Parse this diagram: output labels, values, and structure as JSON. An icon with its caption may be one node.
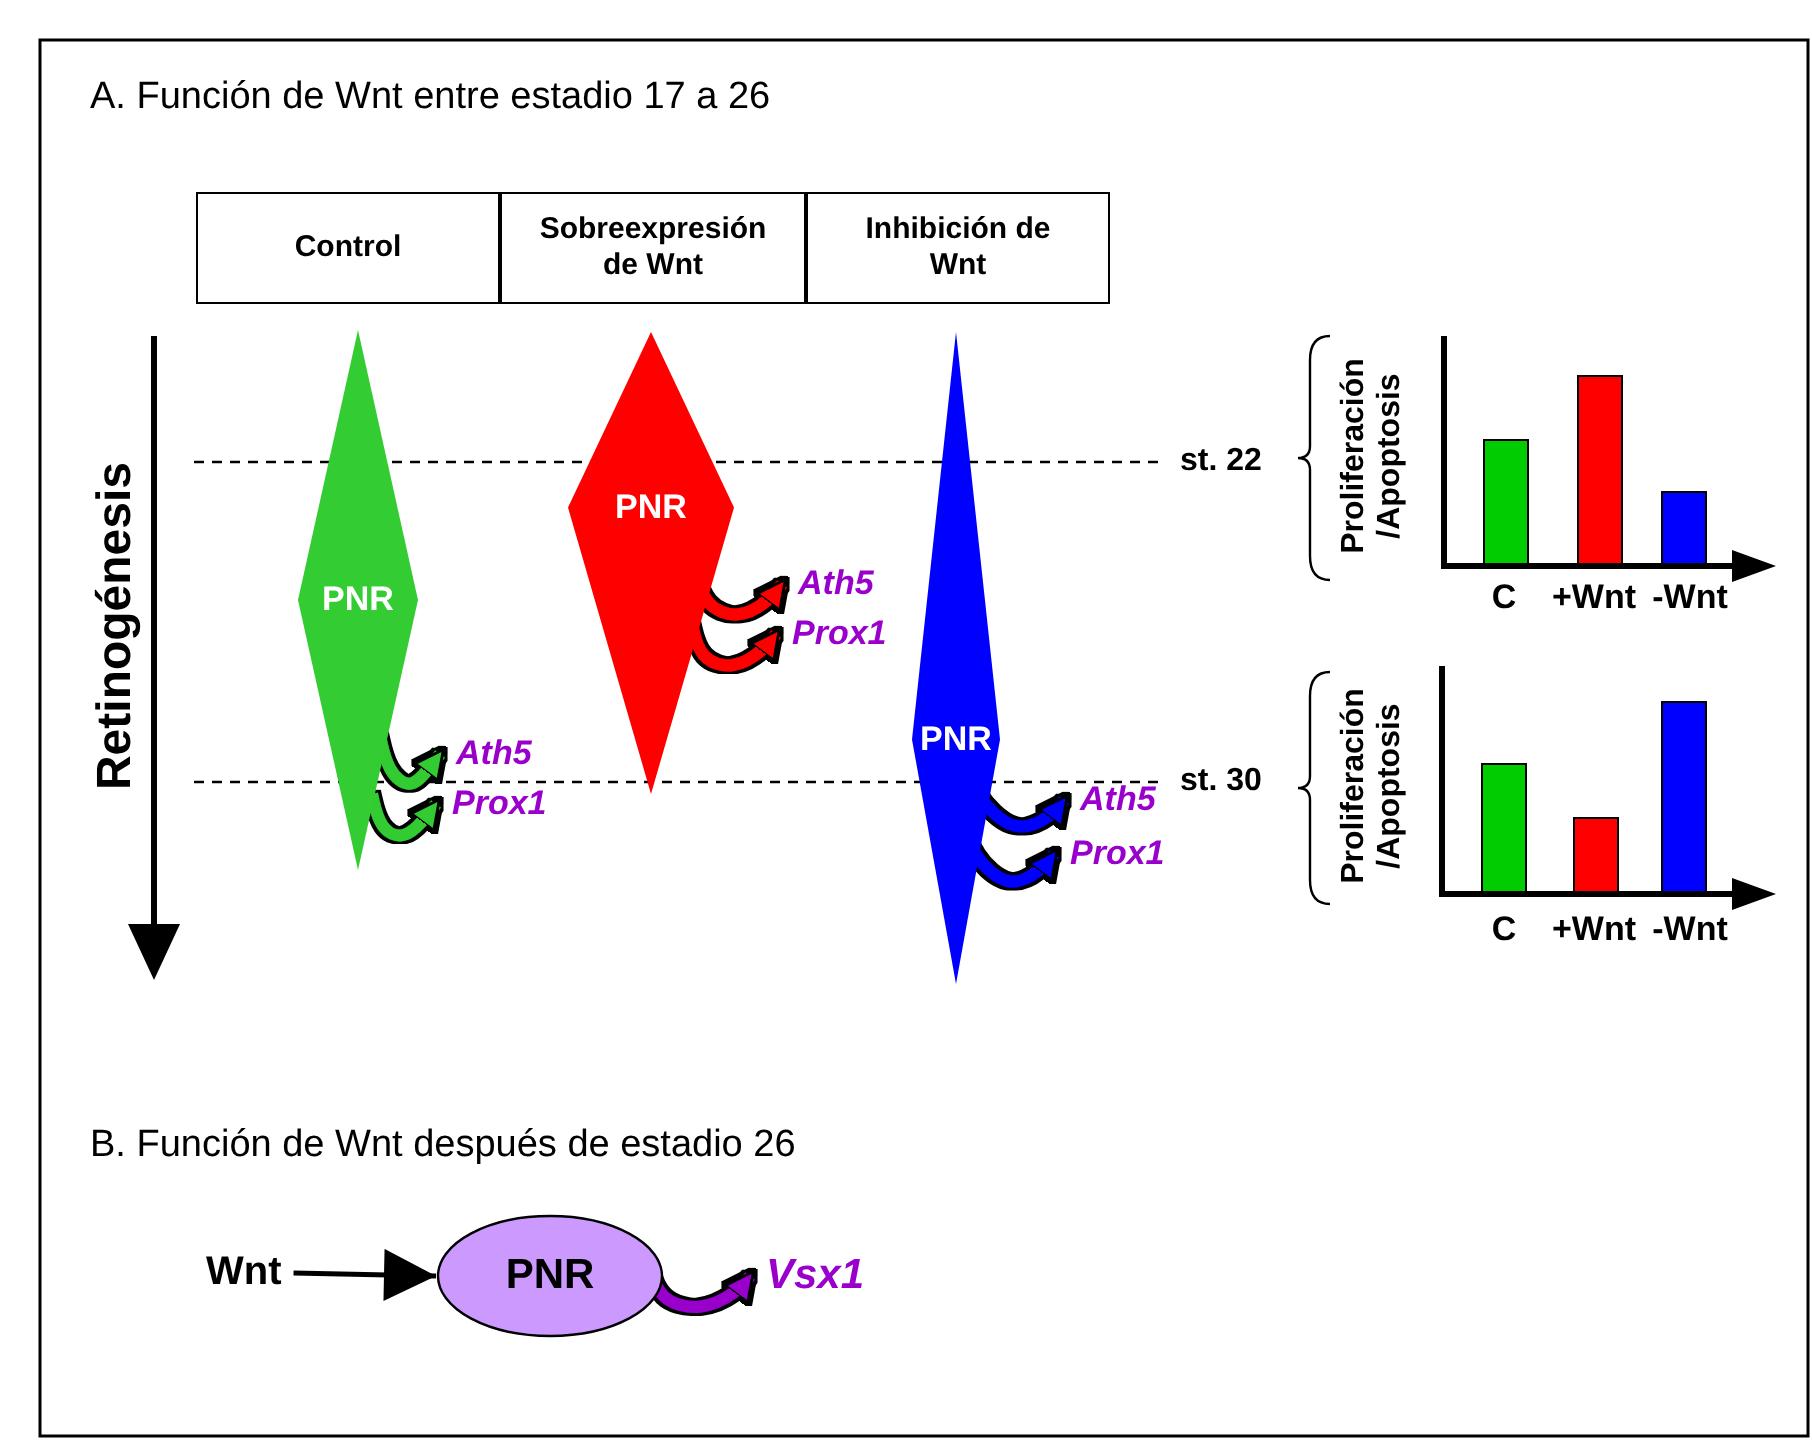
{
  "diagram": {
    "nodes": [
      {
        "text": [
          "Control"
        ]
      },
      {
        "text": [
          "Sobreexpresión de Wnt"
        ]
      },
      {
        "text": [
          "Inhibición de Wnt"
        ]
      },
      {
        "text": [
          "PNR"
        ]
      },
      {
        "text": [
          "Ath5"
        ]
      },
      {
        "text": [
          "Prox1"
        ]
      },
      {
        "text": [
          "PNR"
        ]
      },
      {
        "text": [
          "Ath5"
        ]
      },
      {
        "text": [
          "Prox1"
        ]
      },
      {
        "text": [
          "PNR"
        ]
      },
      {
        "text": [
          "Ath5"
        ]
      },
      {
        "text": [
          "Prox1"
        ]
      },
      {
        "text": [
          "Wnt"
        ]
      },
      {
        "text": [
          "PNR"
        ]
      },
      {
        "text": [
          "Vsx1"
        ]
      }
    ],
    "edges": [
      {
        "from": 3,
        "to": 4,
        "arrow": "to",
        "color": "#33cc33"
      },
      {
        "from": 3,
        "to": 5,
        "arrow": "to",
        "color": "#33cc33"
      },
      {
        "from": 6,
        "to": 7,
        "arrow": "to",
        "color": "#ff0000"
      },
      {
        "from": 6,
        "to": 8,
        "arrow": "to",
        "color": "#ff0000"
      },
      {
        "from": 9,
        "to": 10,
        "arrow": "to",
        "color": "#0000ff"
      },
      {
        "from": 9,
        "to": 11,
        "arrow": "to",
        "color": "#0000ff"
      },
      {
        "from": 12,
        "to": 13,
        "arrow": "to",
        "color": "#000000"
      },
      {
        "from": 13,
        "to": 14,
        "arrow": "to",
        "color": "#9900cc"
      }
    ],
    "labels": [
      "A. Función de Wnt entre estadio 17 a 26",
      "Retinogénesis",
      "st. 22",
      "Proliferación /Apoptosis",
      "C",
      "+Wnt",
      "-Wnt",
      "st. 30",
      "Proliferación /Apoptosis",
      "C",
      "+Wnt",
      "-Wnt",
      "B. Función de Wnt después de estadio 26"
    ]
  }
}
